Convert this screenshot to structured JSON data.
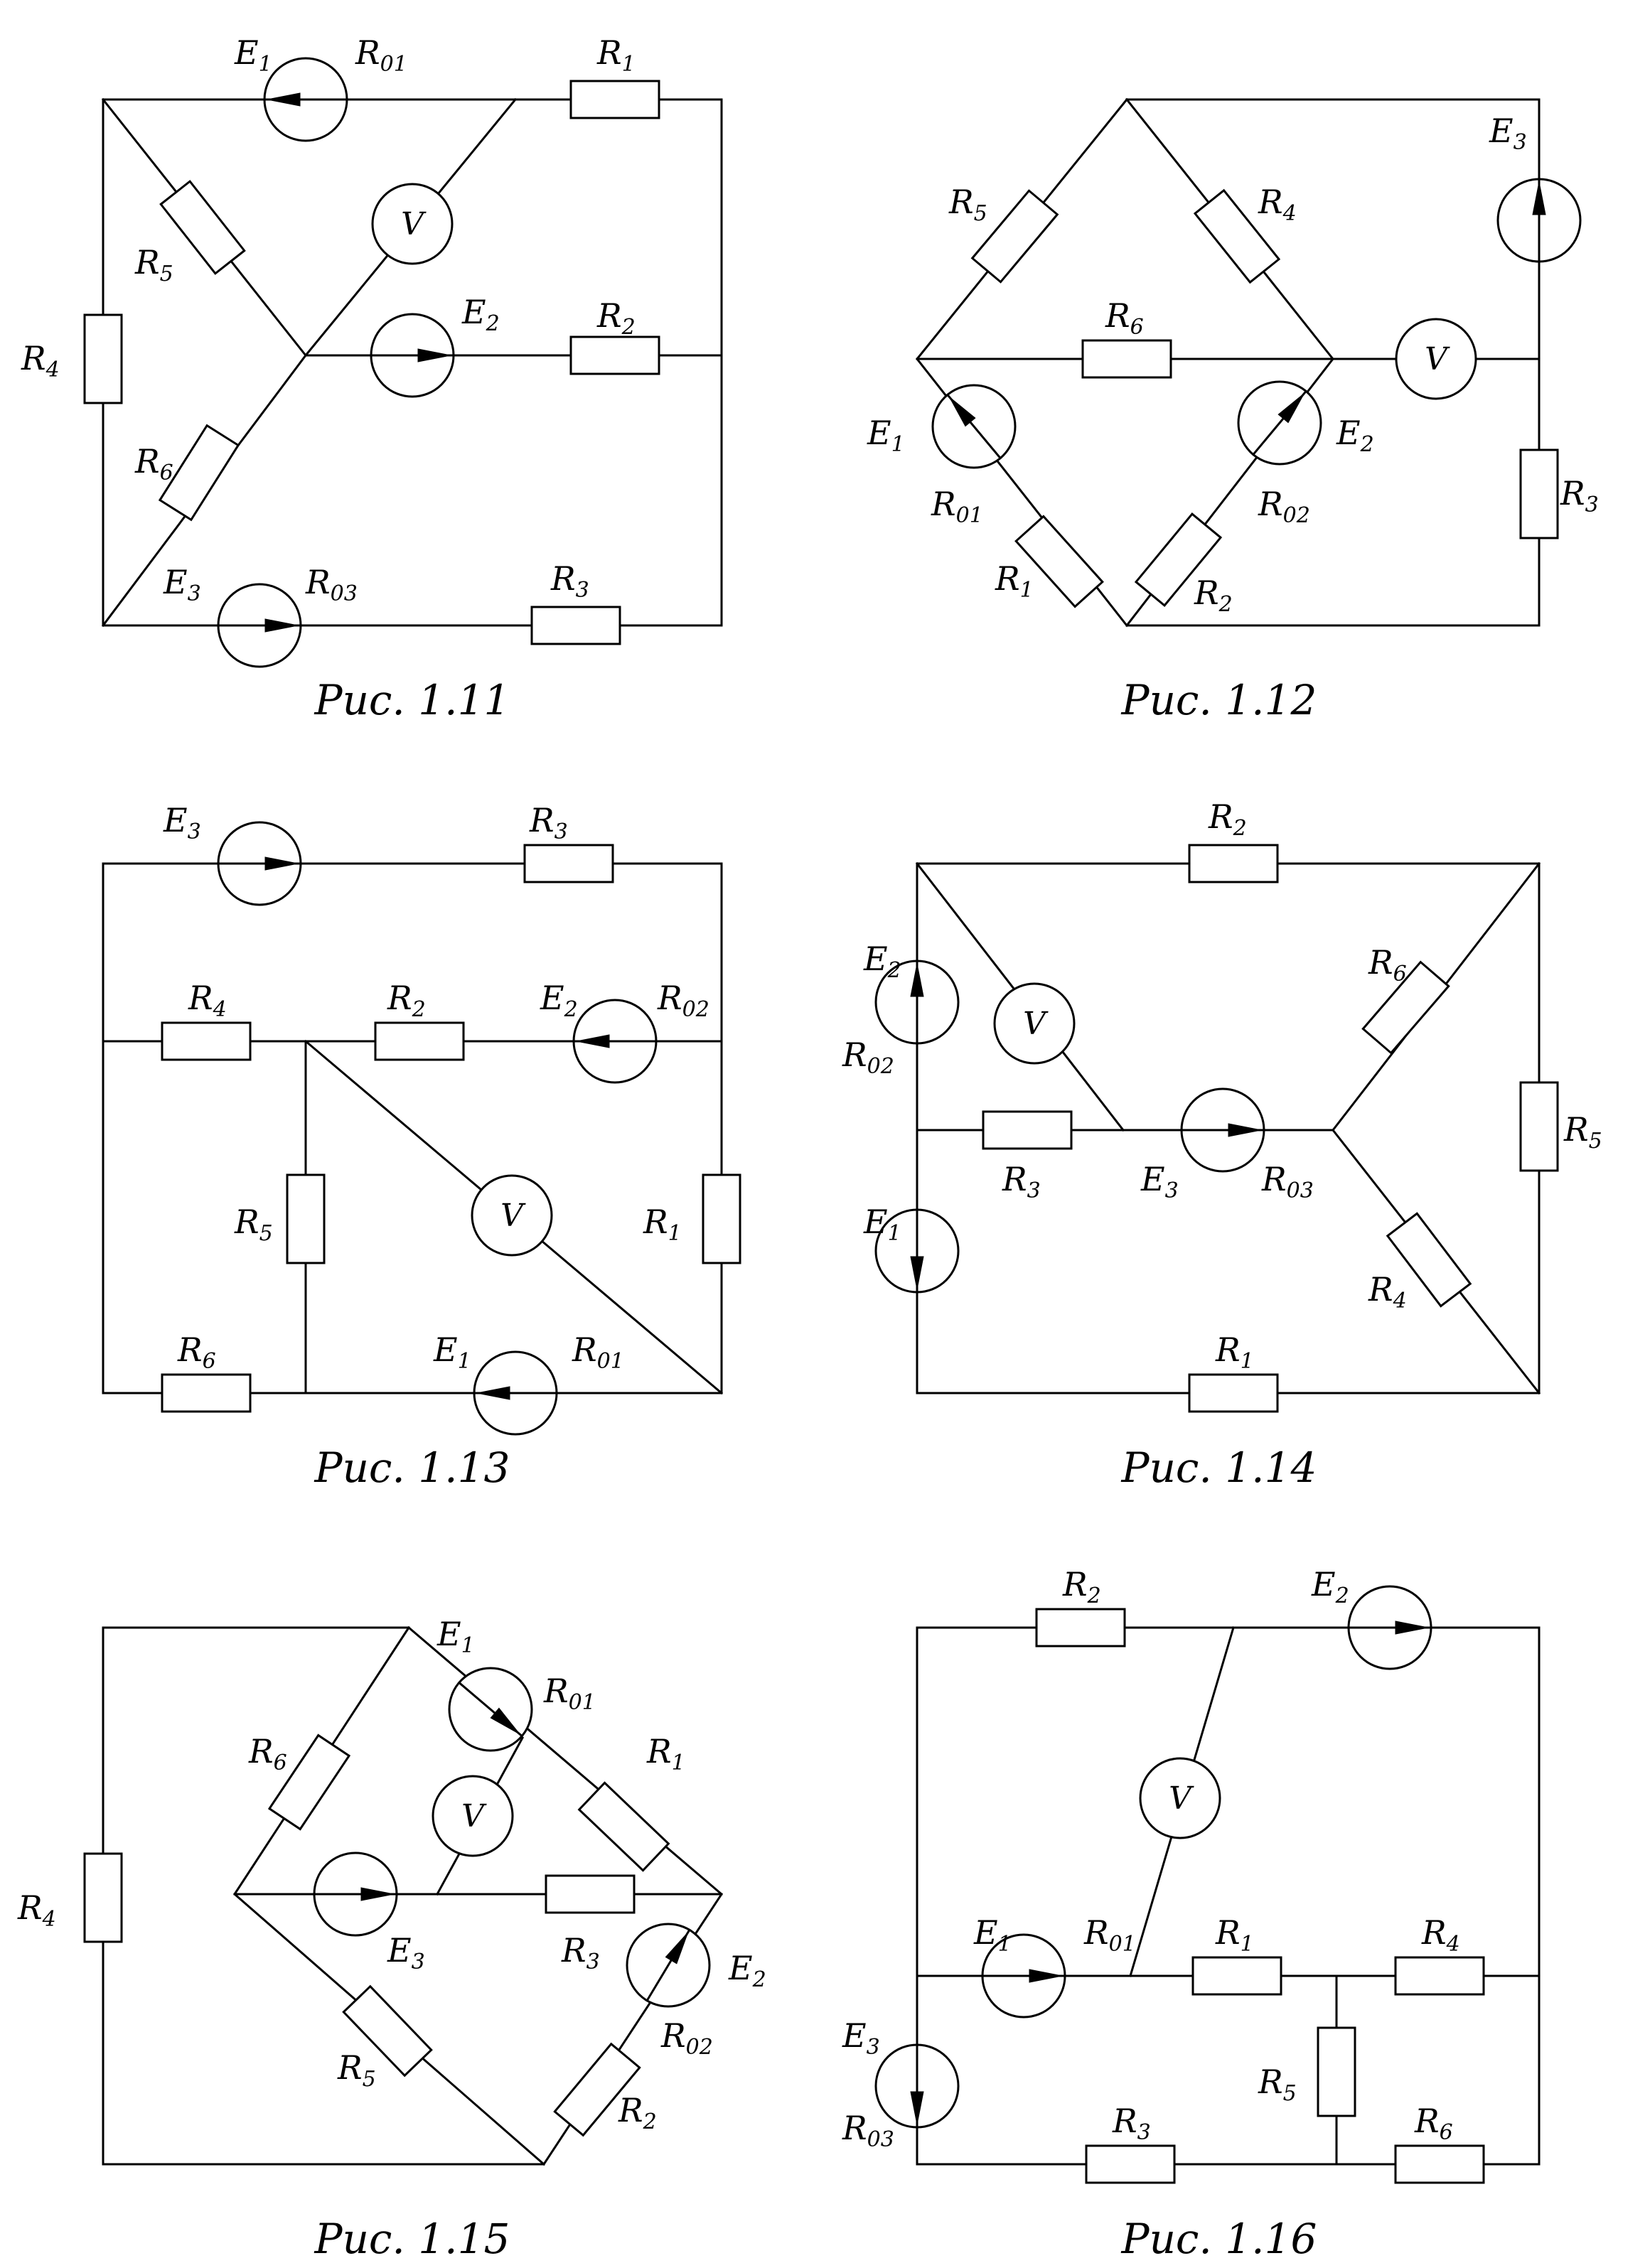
{
  "voltmeter": "V",
  "figures": [
    {
      "caption": "Рис. 1.11",
      "labels": {
        "E1": "E1",
        "R01": "R01",
        "R1": "R1",
        "R5": "R5",
        "V": "V",
        "E2": "E2",
        "R2": "R2",
        "R4": "R4",
        "R6": "R6",
        "E3": "E3",
        "R03": "R03",
        "R3": "R3"
      }
    },
    {
      "caption": "Рис. 1.12",
      "labels": {
        "R5": "R5",
        "R4": "R4",
        "E3": "E3",
        "R6": "R6",
        "V": "V",
        "E1": "E1",
        "E2": "E2",
        "R01": "R01",
        "R02": "R02",
        "R3": "R3",
        "R1": "R1",
        "R2": "R2"
      }
    },
    {
      "caption": "Рис. 1.13",
      "labels": {
        "E3": "E3",
        "R3": "R3",
        "R4": "R4",
        "R2": "R2",
        "E2": "E2",
        "R02": "R02",
        "R5": "R5",
        "V": "V",
        "R1": "R1",
        "R6": "R6",
        "E1": "E1",
        "R01": "R01"
      }
    },
    {
      "caption": "Рис. 1.14",
      "labels": {
        "R2": "R2",
        "E2": "E2",
        "R6": "R6",
        "V": "V",
        "R02": "R02",
        "R5": "R5",
        "R3": "R3",
        "E3": "E3",
        "R03": "R03",
        "E1": "E1",
        "R4": "R4",
        "R1": "R1"
      }
    },
    {
      "caption": "Рис. 1.15",
      "labels": {
        "E1": "E1",
        "R01": "R01",
        "R6": "R6",
        "R1": "R1",
        "V": "V",
        "R4": "R4",
        "E3": "E3",
        "R3": "R3",
        "E2": "E2",
        "R02": "R02",
        "R5": "R5",
        "R2": "R2"
      }
    },
    {
      "caption": "Рис. 1.16",
      "labels": {
        "R2": "R2",
        "E2": "E2",
        "V": "V",
        "E1": "E1",
        "R01": "R01",
        "R1": "R1",
        "R4": "R4",
        "E3": "E3",
        "R5": "R5",
        "R03": "R03",
        "R3": "R3",
        "R6": "R6"
      }
    }
  ]
}
